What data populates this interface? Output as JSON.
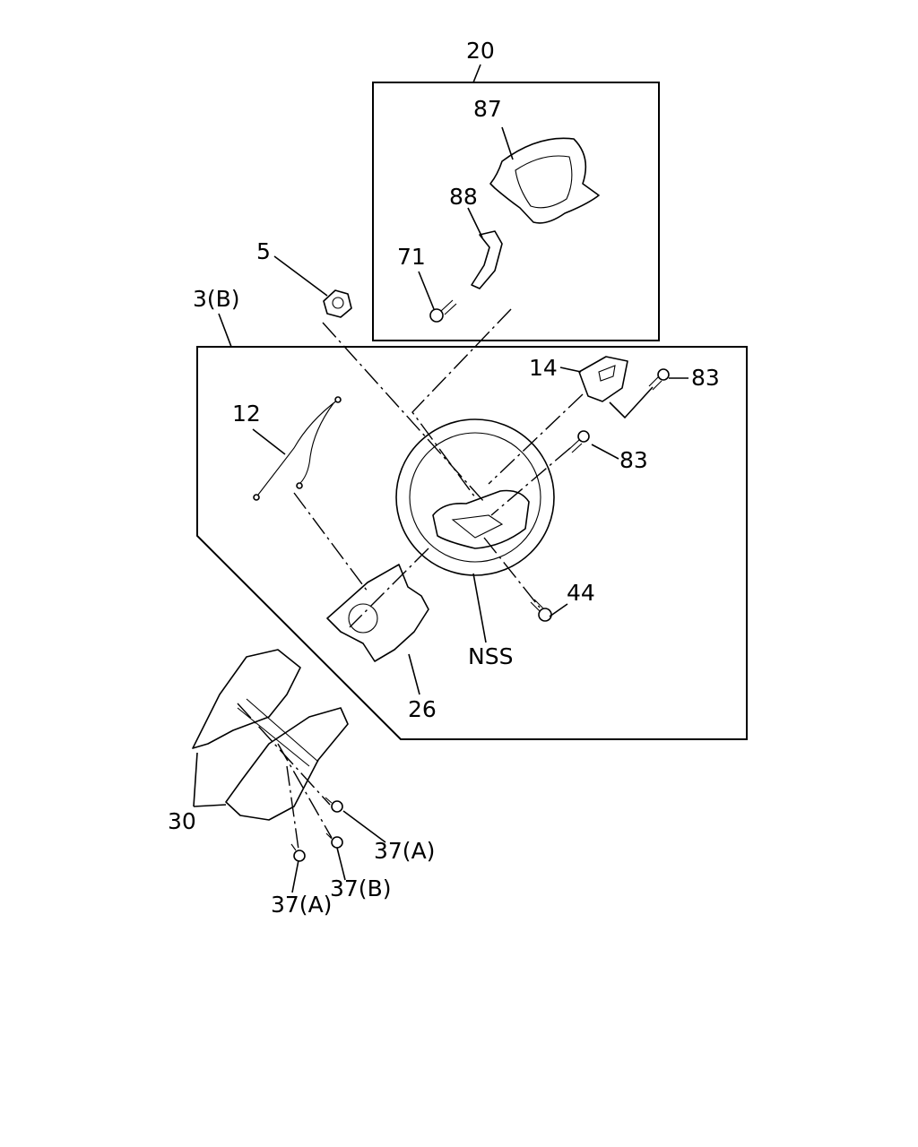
{
  "labels": {
    "l20": "20",
    "l87": "87",
    "l88": "88",
    "l71": "71",
    "l5": "5",
    "l3b": "3(B)",
    "l14": "14",
    "l83a": "83",
    "l83b": "83",
    "l12": "12",
    "l44": "44",
    "lnss": "NSS",
    "l26": "26",
    "l30": "30",
    "l37a1": "37(A)",
    "l37b": "37(B)",
    "l37a2": "37(A)"
  }
}
